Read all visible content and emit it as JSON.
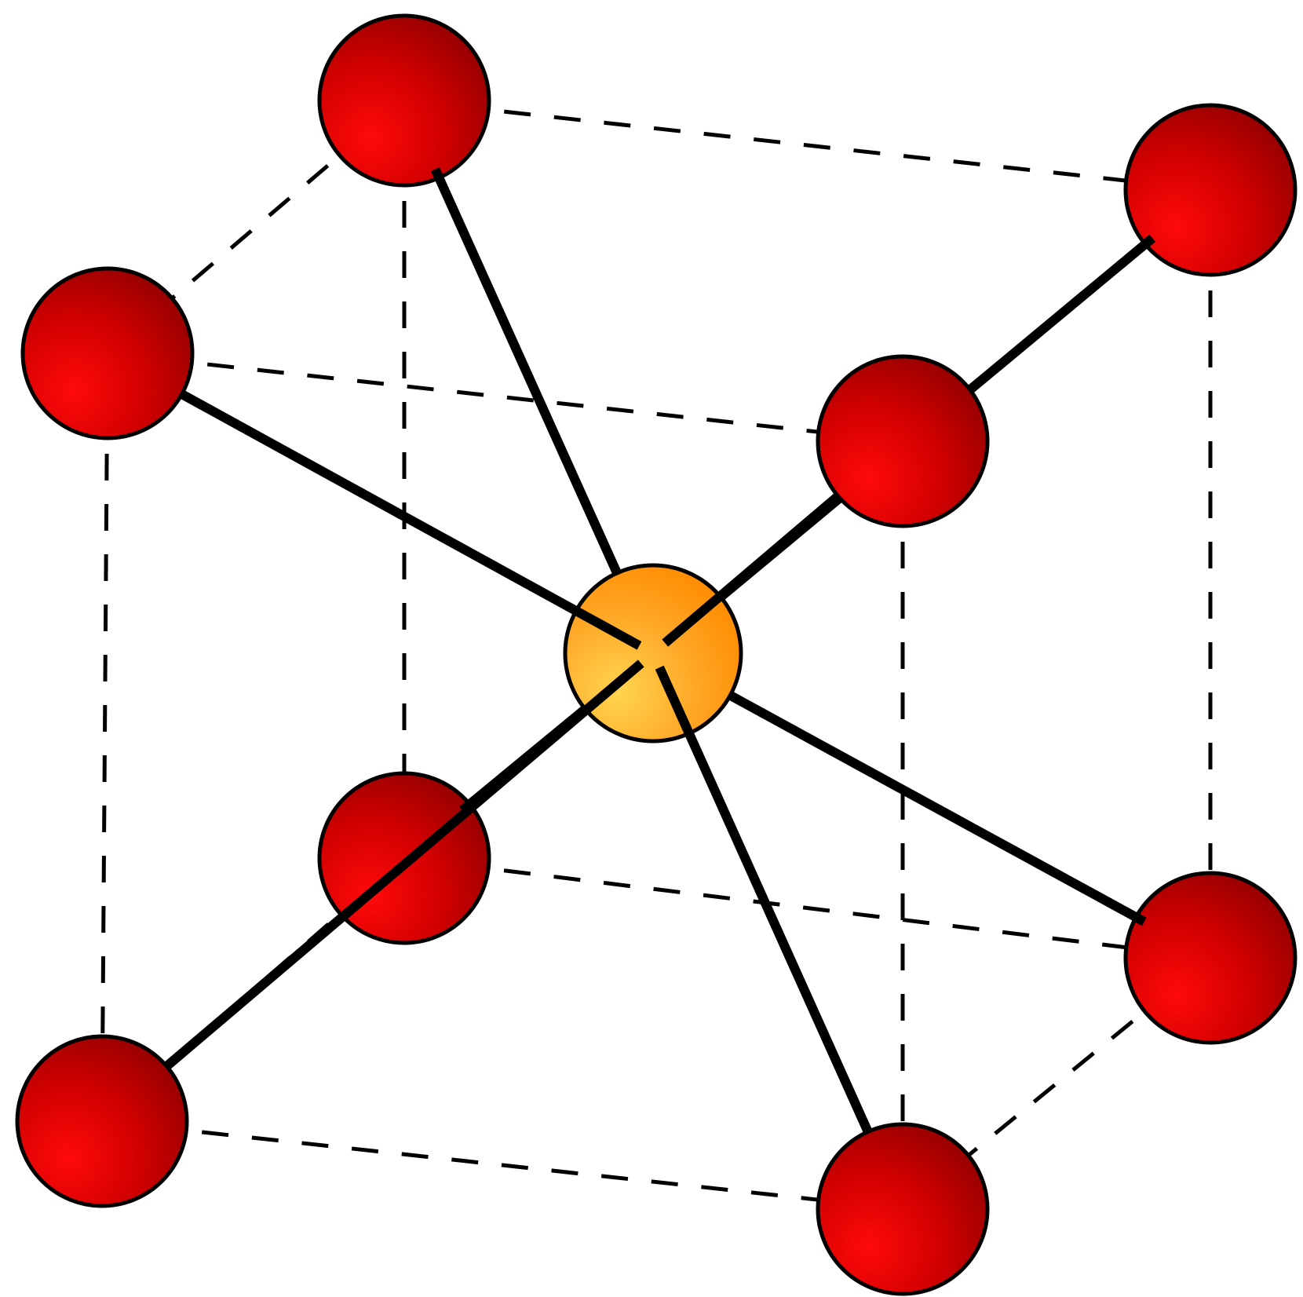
{
  "structure": {
    "corner_atom": {
      "name": "red-atom",
      "color": "#d10000",
      "highlight": "#ff0a0a",
      "shade": "#9a0000"
    },
    "center_atom": {
      "name": "orange-atom",
      "color": "#ff9a1a",
      "highlight": "#ffd54f",
      "shade": "#ff8c00"
    },
    "corner_count": 8,
    "center_count": 1,
    "bond_count": 8,
    "cube_edge_count": 12
  }
}
